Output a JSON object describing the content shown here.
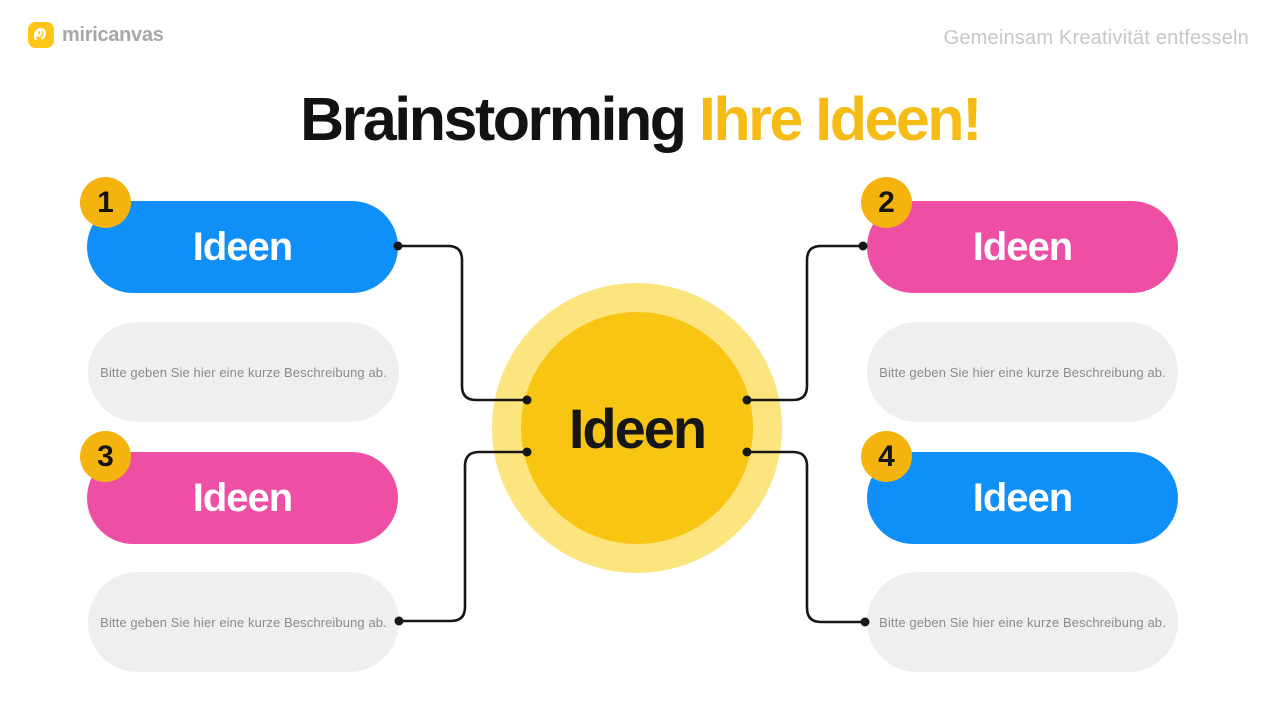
{
  "header": {
    "brand": "miricanvas",
    "tagline": "Gemeinsam Kreativität entfesseln"
  },
  "title": {
    "part_black": "Brainstorming",
    "part_yellow": "Ihre Ideen!"
  },
  "center": {
    "label": "Ideen"
  },
  "nodes": [
    {
      "number": "1",
      "label": "Ideen",
      "description": "Bitte geben Sie hier eine kurze Beschreibung ab.",
      "color": "#0e8ff9",
      "side": "left-top"
    },
    {
      "number": "2",
      "label": "Ideen",
      "description": "Bitte geben Sie hier eine kurze Beschreibung ab.",
      "color": "#ef4ea5",
      "side": "right-top"
    },
    {
      "number": "3",
      "label": "Ideen",
      "description": "Bitte geben Sie hier eine kurze Beschreibung ab.",
      "color": "#ef4ea5",
      "side": "left-bottom"
    },
    {
      "number": "4",
      "label": "Ideen",
      "description": "Bitte geben Sie hier eine kurze Beschreibung ab.",
      "color": "#0e8ff9",
      "side": "right-bottom"
    }
  ],
  "colors": {
    "title_accent": "#f6bc15",
    "badge": "#f5b40d",
    "center_fill": "#f9c513",
    "center_halo": "#fce47f",
    "connector": "#171717",
    "logo_yellow": "#ffc517"
  }
}
